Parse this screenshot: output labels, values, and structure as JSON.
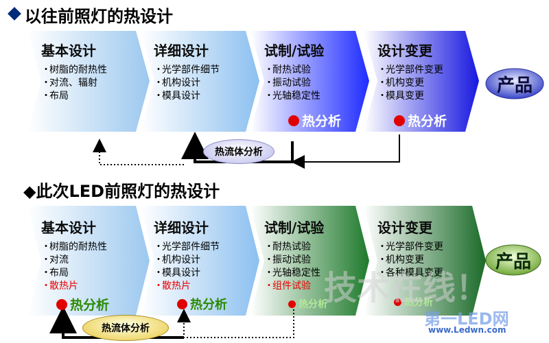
{
  "top": {
    "title": "以往前照灯的热设计",
    "stages": [
      {
        "title": "基本设计",
        "items": [
          {
            "text": "树脂的耐热性"
          },
          {
            "text": "对流、辐射"
          },
          {
            "text": "布局"
          }
        ]
      },
      {
        "title": "详细设计",
        "items": [
          {
            "text": "光学部件细节"
          },
          {
            "text": "机构设计"
          },
          {
            "text": "模具设计"
          }
        ]
      },
      {
        "title": "试制/试验",
        "items": [
          {
            "text": "耐热试验"
          },
          {
            "text": "振动试验"
          },
          {
            "text": "光轴稳定性"
          }
        ]
      },
      {
        "title": "设计变更",
        "items": [
          {
            "text": "光学部件变更"
          },
          {
            "text": "机构变更"
          },
          {
            "text": "模具变更"
          }
        ]
      }
    ],
    "analysis_label": "热分析",
    "product_label": "产品",
    "flow_label": "热流体分析"
  },
  "bottom": {
    "title": "◆此次LED前照灯的热设计",
    "stages": [
      {
        "title": "基本设计",
        "items": [
          {
            "text": "树脂的耐热性"
          },
          {
            "text": "对流"
          },
          {
            "text": "布局"
          },
          {
            "text": "散热片",
            "red": true
          }
        ]
      },
      {
        "title": "详细设计",
        "items": [
          {
            "text": "光学部件细节"
          },
          {
            "text": "机构设计"
          },
          {
            "text": "模具设计"
          },
          {
            "text": "散热片",
            "red": true
          }
        ]
      },
      {
        "title": "试制/试验",
        "items": [
          {
            "text": "耐热试验"
          },
          {
            "text": "振动试验"
          },
          {
            "text": "光轴稳定性"
          },
          {
            "text": "组件试验",
            "red": true
          }
        ]
      },
      {
        "title": "设计变更",
        "items": [
          {
            "text": "光学部件变更"
          },
          {
            "text": "机构变更"
          },
          {
            "text": "各种模具变更"
          }
        ]
      }
    ],
    "analysis_label": "热分析",
    "product_label": "产品",
    "flow_label": "热流体分析"
  },
  "bullet": "・",
  "watermark": {
    "text1": "技术在线！",
    "text2": "第一LED网",
    "text3": "www.Ledwn.com"
  },
  "colors": {
    "top_accent": "#1a2cff",
    "bottom_accent": "#1e7a30",
    "analysis_red": "#e10000",
    "item_red": "#e80000"
  }
}
